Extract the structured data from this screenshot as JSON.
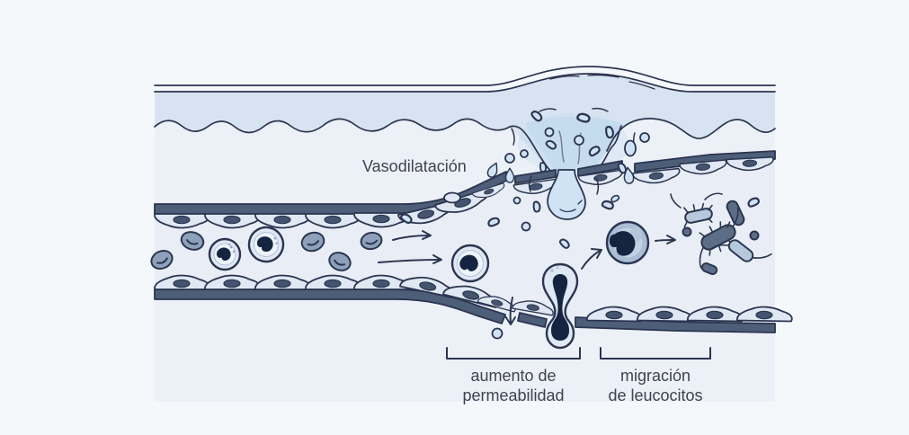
{
  "labels": {
    "vasodilation": "Vasodilatación",
    "permeability_line1": "aumento de",
    "permeability_line2": "permeabilidad",
    "migration_line1": "migración",
    "migration_line2": "de leucocitos"
  },
  "icons": {
    "flow_arrow": "right-arrow",
    "leak_arrow": "down-arrow",
    "migration_arrow": "curved-up-arrow"
  },
  "colors": {
    "background": "#f5f8fb",
    "panel": "#ecf1f8",
    "skin": "#d8e3f1",
    "vesselInterior": "#e9eef6",
    "outline": "#2b3550",
    "wall": "#4d5e78",
    "cell": "#dfe8f3",
    "cellInner": "#edf3fa",
    "nucleus": "#44546e",
    "rbc": "#8da2ba",
    "leukoNucleus": "#152440",
    "fluid": "#cfe3f4",
    "fluidSoft": "#c2d9ee",
    "bacteriaLight": "#b6c9dc",
    "bacteriaDark": "#5b6e86",
    "emigBody": "#a9bed4",
    "emigInner": "#c2d2e3",
    "text": "#3b4450"
  }
}
